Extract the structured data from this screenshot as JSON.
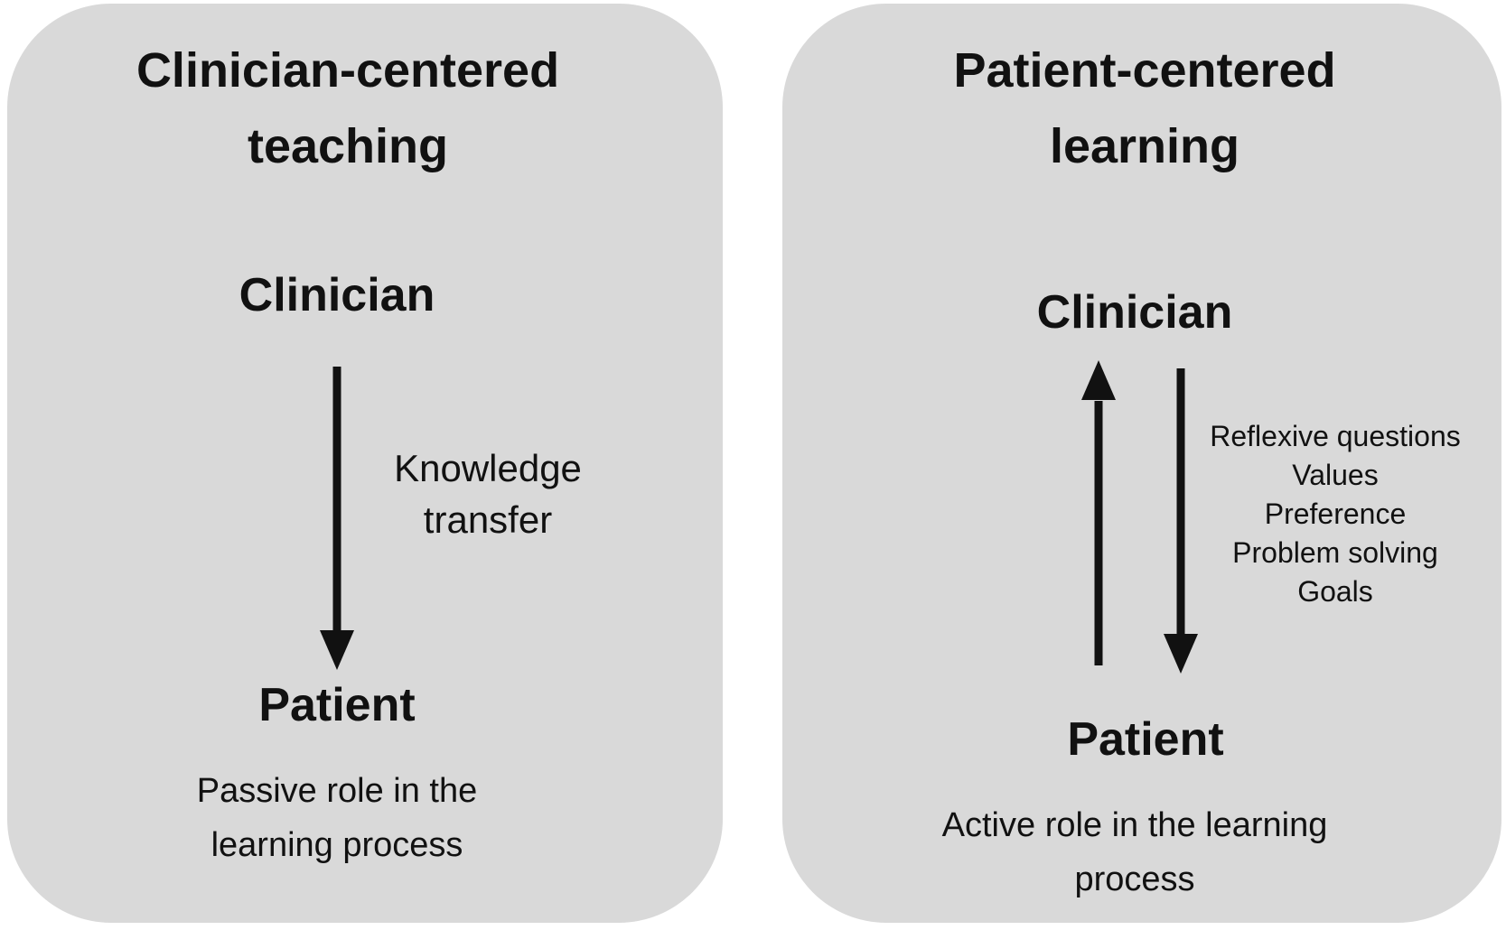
{
  "colors": {
    "panel-bg": "#d9d9d9",
    "text": "#111111",
    "arrow": "#111111",
    "page-bg": "#ffffff"
  },
  "left_panel": {
    "title_line1": "Clinician-centered",
    "title_line2": "teaching",
    "actor_top": "Clinician",
    "arrow_label_line1": "Knowledge",
    "arrow_label_line2": "transfer",
    "actor_bottom": "Patient",
    "caption_line1": "Passive role in the",
    "caption_line2": "learning process"
  },
  "right_panel": {
    "title_line1": "Patient-centered",
    "title_line2": "learning",
    "actor_top": "Clinician",
    "exchange_items": [
      "Reflexive questions",
      "Values",
      "Preference",
      "Problem solving",
      "Goals"
    ],
    "actor_bottom": "Patient",
    "caption_line1": "Active role in the learning",
    "caption_line2": "process"
  }
}
